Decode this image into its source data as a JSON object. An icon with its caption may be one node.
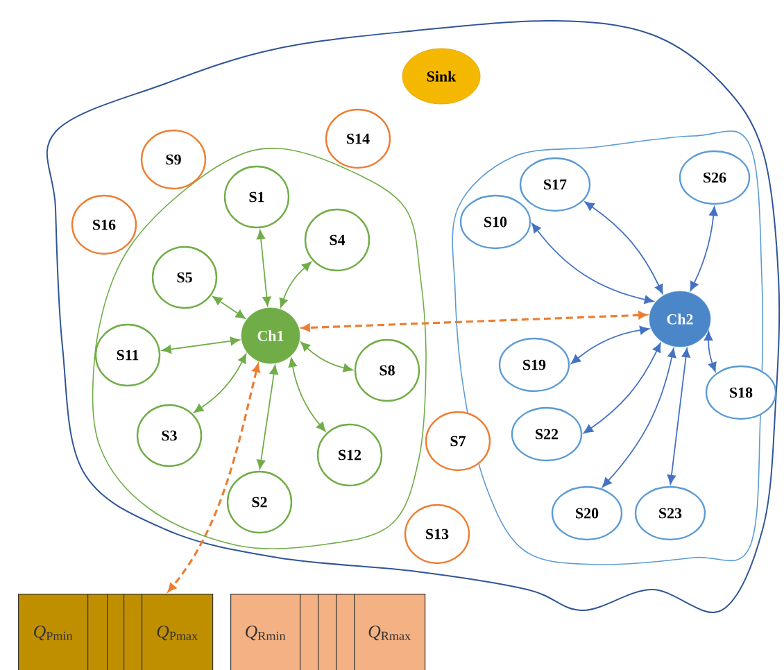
{
  "diagram": {
    "nodes": [
      {
        "text": [],
        "shape": "cloud"
      },
      {
        "text": [
          "Sink"
        ],
        "in": 0
      },
      {
        "text": [
          "S9"
        ],
        "in": 0
      },
      {
        "text": [
          "S14"
        ],
        "in": 0
      },
      {
        "text": [
          "S16"
        ],
        "in": 0
      },
      {
        "text": [],
        "shape": "cloud",
        "in": 0
      },
      {
        "text": [
          "S1"
        ],
        "in": 5
      },
      {
        "text": [
          "S4"
        ],
        "in": 5
      },
      {
        "text": [
          "S5"
        ],
        "in": 5
      },
      {
        "text": [
          "Ch1"
        ],
        "in": 5
      },
      {
        "text": [
          "S11"
        ],
        "in": 5
      },
      {
        "text": [
          "S8"
        ],
        "in": 5
      },
      {
        "text": [
          "S3"
        ],
        "in": 5
      },
      {
        "text": [
          "S12"
        ],
        "in": 5
      },
      {
        "text": [
          "S2"
        ],
        "in": 5
      },
      {
        "text": [],
        "shape": "cloud",
        "in": 0
      },
      {
        "text": [
          "S17"
        ],
        "in": 15
      },
      {
        "text": [
          "S26"
        ],
        "in": 15
      },
      {
        "text": [
          "S10"
        ],
        "in": 15
      },
      {
        "text": [
          "Ch2"
        ],
        "in": 15
      },
      {
        "text": [
          "S19"
        ],
        "in": 15
      },
      {
        "text": [
          "S18"
        ],
        "in": 15
      },
      {
        "text": [
          "S22"
        ],
        "in": 15
      },
      {
        "text": [
          "S20"
        ],
        "in": 15
      },
      {
        "text": [
          "S23"
        ],
        "in": 15
      },
      {
        "text": [
          "S7"
        ],
        "in": 0
      },
      {
        "text": [
          "S13"
        ],
        "in": 0
      },
      {
        "text": [
          "*Q*$_{Pmin}$"
        ]
      },
      {
        "text": [],
        "shape": "box"
      },
      {
        "text": [],
        "shape": "box"
      },
      {
        "text": [],
        "shape": "box"
      },
      {
        "text": [
          "*Q*$_{Pmax}$"
        ]
      },
      {
        "text": [
          "*Q*$_{Rmin}$"
        ]
      },
      {
        "text": [],
        "shape": "box"
      },
      {
        "text": [],
        "shape": "box"
      },
      {
        "text": [],
        "shape": "box"
      },
      {
        "text": [
          "*Q*$_{Rmax}$"
        ]
      }
    ],
    "edges": [
      {
        "from": 6,
        "to": 9,
        "arrow": "both",
        "color": "#70ad47"
      },
      {
        "from": 7,
        "to": 9,
        "arrow": "both",
        "color": "#70ad47"
      },
      {
        "from": 8,
        "to": 9,
        "arrow": "both",
        "color": "#70ad47"
      },
      {
        "from": 10,
        "to": 9,
        "arrow": "both",
        "color": "#70ad47"
      },
      {
        "from": 11,
        "to": 9,
        "arrow": "both",
        "color": "#70ad47"
      },
      {
        "from": 12,
        "to": 9,
        "arrow": "both",
        "color": "#70ad47"
      },
      {
        "from": 13,
        "to": 9,
        "arrow": "both",
        "color": "#70ad47"
      },
      {
        "from": 14,
        "to": 9,
        "arrow": "both",
        "color": "#70ad47"
      },
      {
        "from": 16,
        "to": 19,
        "arrow": "both",
        "color": "#4472c4"
      },
      {
        "from": 17,
        "to": 19,
        "arrow": "both",
        "color": "#4472c4"
      },
      {
        "from": 18,
        "to": 19,
        "arrow": "both",
        "color": "#4472c4"
      },
      {
        "from": 20,
        "to": 19,
        "arrow": "both",
        "color": "#4472c4"
      },
      {
        "from": 21,
        "to": 19,
        "arrow": "both",
        "color": "#4472c4"
      },
      {
        "from": 22,
        "to": 19,
        "arrow": "both",
        "color": "#4472c4"
      },
      {
        "from": 23,
        "to": 19,
        "arrow": "both",
        "color": "#4472c4"
      },
      {
        "from": 24,
        "to": 19,
        "arrow": "both",
        "color": "#4472c4"
      },
      {
        "from": 19,
        "to": 9,
        "arrow": "both",
        "style": "dashed",
        "color": "#ed7d31"
      },
      {
        "from": 9,
        "to": 31,
        "arrow": "both",
        "style": "dashed",
        "color": "#ed7d31"
      }
    ]
  }
}
